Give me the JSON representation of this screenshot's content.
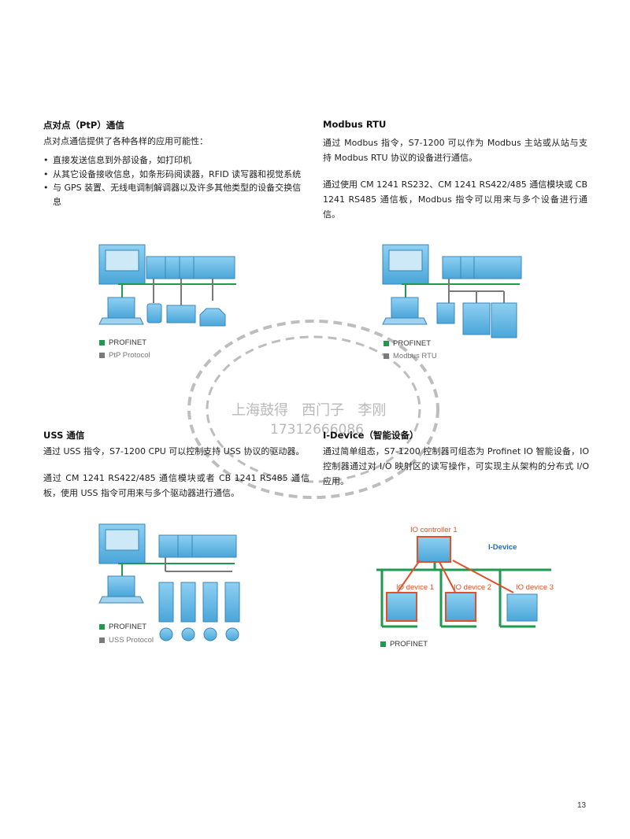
{
  "ptp": {
    "title": "点对点（PtP）通信",
    "intro": "点对点通信提供了各种各样的应用可能性：",
    "bullets": [
      "直接发送信息到外部设备，如打印机",
      "从其它设备接收信息，如条形码阅读器，RFID 读写器和视觉系统",
      "与 GPS 装置、无线电调制解调器以及许多其他类型的设备交换信息"
    ],
    "legend": [
      "PROFINET",
      "PtP Protocol"
    ]
  },
  "modbus": {
    "title": "Modbus RTU",
    "p1": "通过 Modbus 指令，S7-1200 可以作为 Modbus 主站或从站与支持 Modbus RTU 协议的设备进行通信。",
    "p2": "通过使用 CM 1241 RS232、CM 1241 RS422/485 通信模块或 CB 1241 RS485 通信板，Modbus 指令可以用来与多个设备进行通信。",
    "legend": [
      "PROFINET",
      "Modbus RTU"
    ]
  },
  "uss": {
    "title": "USS 通信",
    "p1": "通过 USS 指令，S7-1200 CPU 可以控制支持 USS 协议的驱动器。",
    "p2": "通过 CM 1241 RS422/485 通信模块或者 CB 1241 RS485 通信板，使用 USS 指令可用来与多个驱动器进行通信。",
    "legend": [
      "PROFINET",
      "USS Protocol"
    ]
  },
  "idevice": {
    "title": "I-Device（智能设备）",
    "p1": "通过简单组态，S7-1200 控制器可组态为 Profinet IO 智能设备，IO 控制器通过对 I/O 映射区的读写操作，可实现主从架构的分布式 I/O 应用。",
    "controller_label": "IO controller 1",
    "idevice_label": "I-Device",
    "devices": [
      "IO device 1",
      "IO device 2",
      "IO device 3"
    ],
    "legend": [
      "PROFINET"
    ]
  },
  "watermark": {
    "line1": "上海鼓得   西门子   李刚",
    "line2": "17312666086"
  },
  "page_number": "13",
  "colors": {
    "profinet": "#1d9a4f",
    "serial": "#7a7a7a",
    "device_blue": "#5ab1e0",
    "accent_red": "#e0502a",
    "accent_blue": "#1a6fc4"
  }
}
